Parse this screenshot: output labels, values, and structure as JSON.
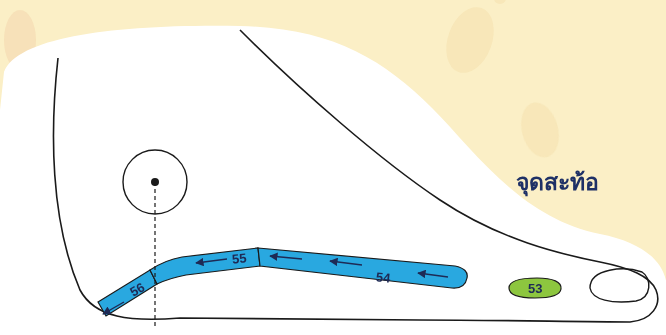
{
  "diagram": {
    "title": "จุดสะท้อ",
    "nodes": [
      {
        "text": [
          "56"
        ]
      },
      {
        "text": [
          "55"
        ]
      },
      {
        "text": [
          "54"
        ]
      },
      {
        "text": [
          "53"
        ]
      }
    ]
  }
}
